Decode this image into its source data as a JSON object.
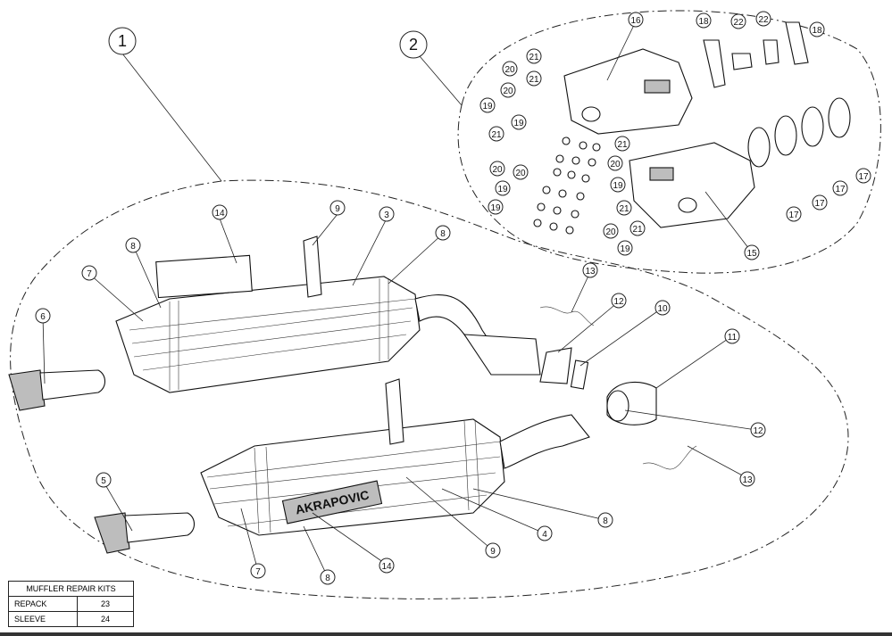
{
  "callouts": {
    "big": [
      "1",
      "2"
    ],
    "parts": [
      "3",
      "4",
      "5",
      "6",
      "7",
      "7",
      "8",
      "8",
      "8",
      "8",
      "9",
      "9",
      "10",
      "11",
      "12",
      "12",
      "13",
      "13",
      "14",
      "14",
      "15",
      "16",
      "17",
      "17",
      "17",
      "17",
      "18",
      "18",
      "19",
      "19",
      "19",
      "19",
      "19",
      "19",
      "20",
      "20",
      "20",
      "20",
      "20",
      "20",
      "21",
      "21",
      "21",
      "21",
      "21",
      "21",
      "22",
      "22"
    ]
  },
  "repair_kits": {
    "title": "MUFFLER REPAIR KITS",
    "rows": [
      {
        "label": "REPACK",
        "value": "23"
      },
      {
        "label": "SLEEVE",
        "value": "24"
      }
    ]
  },
  "brand_text": "AKRAPOVIC"
}
